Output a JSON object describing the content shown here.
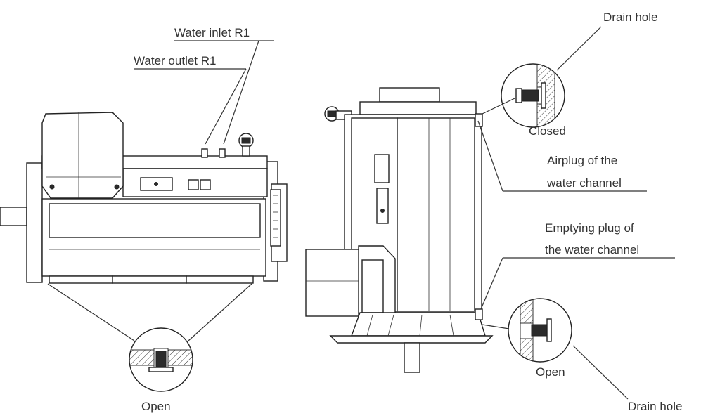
{
  "labels": {
    "water_inlet": "Water inlet R1",
    "water_outlet": "Water outlet R1",
    "drain_hole_top": "Drain hole",
    "closed": "Closed",
    "airplug_line1": "Airplug of the",
    "airplug_line2": "water channel",
    "emptying_line1": "Emptying plug of",
    "emptying_line2": "the water channel",
    "open_right": "Open",
    "drain_hole_bottom": "Drain hole",
    "open_left": "Open"
  },
  "colors": {
    "line": "#333333",
    "fill_dark": "#2b2b2b",
    "background": "#ffffff"
  }
}
